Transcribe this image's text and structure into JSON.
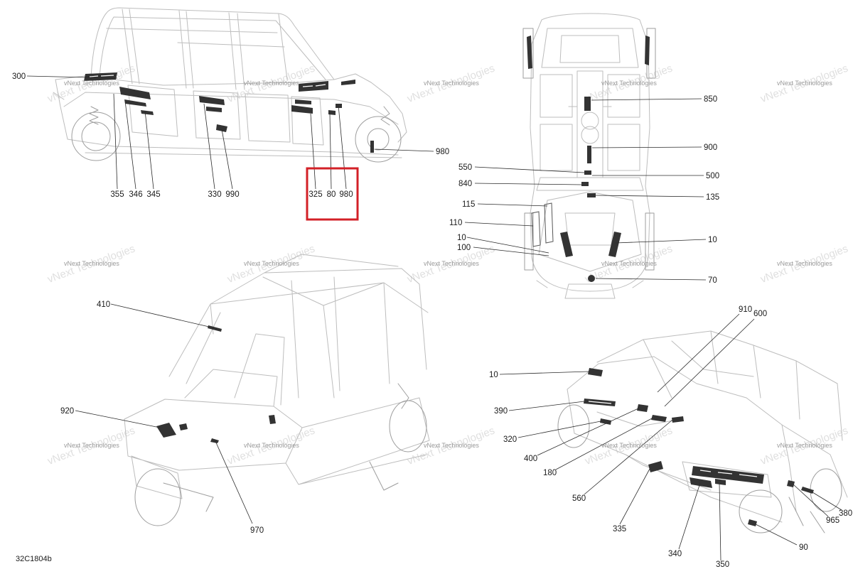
{
  "diagram_code": "32C1804b",
  "watermark": "vNext Technologies",
  "colors": {
    "line_art": "#bdbdbd",
    "decal": "#333333",
    "leader": "#2b2b2b",
    "highlight": "#d32027",
    "text": "#1a1a1a"
  },
  "views": {
    "side": {
      "callouts": [
        "300",
        "980",
        "355",
        "346",
        "345",
        "330",
        "990",
        "325",
        "80",
        "980"
      ]
    },
    "top": {
      "callouts": [
        "850",
        "900",
        "550",
        "500",
        "840",
        "135",
        "115",
        "110",
        "10",
        "100",
        "10",
        "70"
      ]
    },
    "front_three_quarter": {
      "callouts": [
        "410",
        "920",
        "970"
      ]
    },
    "rear_three_quarter": {
      "callouts": [
        "910",
        "600",
        "10",
        "390",
        "320",
        "400",
        "180",
        "560",
        "335",
        "340",
        "350",
        "90",
        "965",
        "380"
      ]
    }
  }
}
